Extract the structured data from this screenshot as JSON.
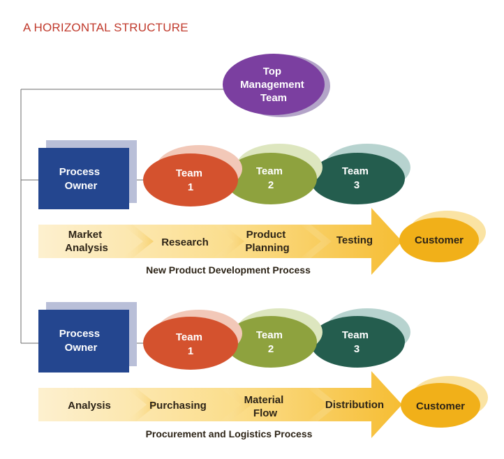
{
  "title": "A HORIZONTAL STRUCTURE",
  "top_management": [
    "Top",
    "Management",
    "Team"
  ],
  "processes": [
    {
      "owner": [
        "Process",
        "Owner"
      ],
      "teams": [
        [
          "Team",
          "1"
        ],
        [
          "Team",
          "2"
        ],
        [
          "Team",
          "3"
        ]
      ],
      "steps": [
        [
          "Market",
          "Analysis"
        ],
        [
          "Research"
        ],
        [
          "Product",
          "Planning"
        ],
        [
          "Testing"
        ]
      ],
      "customer": "Customer",
      "caption": "New Product Development Process"
    },
    {
      "owner": [
        "Process",
        "Owner"
      ],
      "teams": [
        [
          "Team",
          "1"
        ],
        [
          "Team",
          "2"
        ],
        [
          "Team",
          "3"
        ]
      ],
      "steps": [
        [
          "Analysis"
        ],
        [
          "Purchasing"
        ],
        [
          "Material",
          "Flow"
        ],
        [
          "Distribution"
        ]
      ],
      "customer": "Customer",
      "caption": "Procurement and Logistics Process"
    }
  ],
  "colors": {
    "title": "#c0392b",
    "top_team": "#7b3fa0",
    "owner_box": "#24468f",
    "team1": "#d4522e",
    "team2": "#8ea23e",
    "team3": "#245d4e",
    "arrow": "#f7c64a",
    "customer": "#f1b019"
  }
}
